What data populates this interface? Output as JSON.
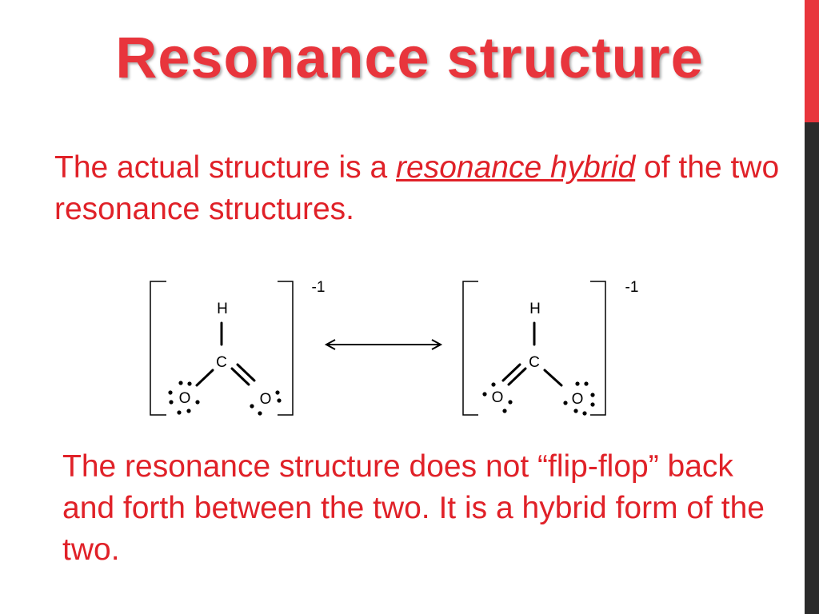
{
  "slide": {
    "title": "Resonance structure",
    "para1": {
      "before": "The actual structure is a ",
      "highlight": "resonance hybrid",
      "after": " of the two resonance structures."
    },
    "para2": "The resonance structure does not “flip-flop” back and forth between the two.  It is a hybrid form of the two."
  },
  "diagram": {
    "structure_left": {
      "charge": "-1",
      "top_atom": "H",
      "center_atom": "C",
      "left_atom": "O",
      "right_atom": "O"
    },
    "structure_right": {
      "charge": "-1",
      "top_atom": "H",
      "center_atom": "C",
      "left_atom": "O",
      "right_atom": "O"
    }
  },
  "colors": {
    "accent": "#e8353c",
    "text": "#e02128",
    "sidebar_dark": "#2b2b2b"
  }
}
